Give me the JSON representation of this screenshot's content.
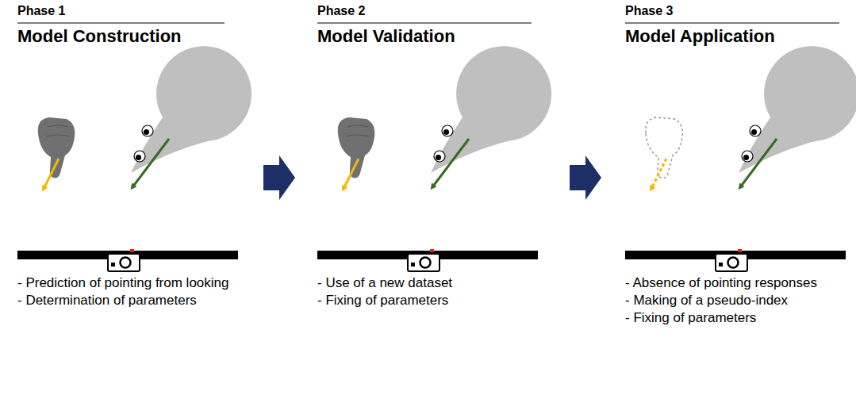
{
  "diagram": {
    "labels": [
      "Phase 1",
      "Model Construction",
      "- Prediction of pointing from looking",
      "- Determination of parameters",
      "Phase 2",
      "Model Validation",
      "- Use of a new dataset",
      "- Fixing of parameters",
      "Phase 3",
      "Model Application",
      "- Absence of pointing responses",
      "- Making of a pseudo-index",
      "- Fixing of parameters"
    ]
  }
}
